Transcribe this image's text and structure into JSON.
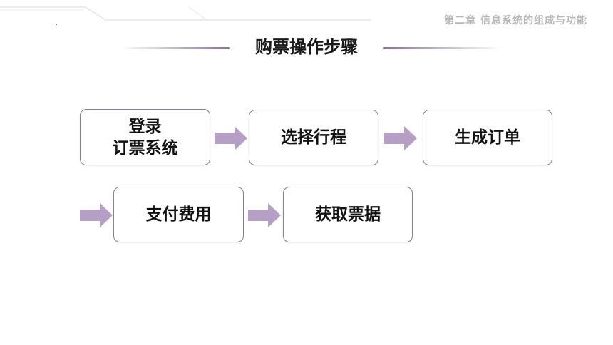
{
  "header": {
    "chapter": "第二章   信息系统的组成与功能"
  },
  "slide": {
    "title": "购票操作步骤",
    "steps": [
      {
        "label": "登录\n订票系统"
      },
      {
        "label": "选择行程"
      },
      {
        "label": "生成订单"
      },
      {
        "label": "支付费用"
      },
      {
        "label": "获取票据"
      }
    ]
  },
  "colors": {
    "accent": "#8d6ea0",
    "arrow": "#b59fc4",
    "box_border": "#8c7a9d",
    "chapter_text": "#b7b7b7"
  }
}
